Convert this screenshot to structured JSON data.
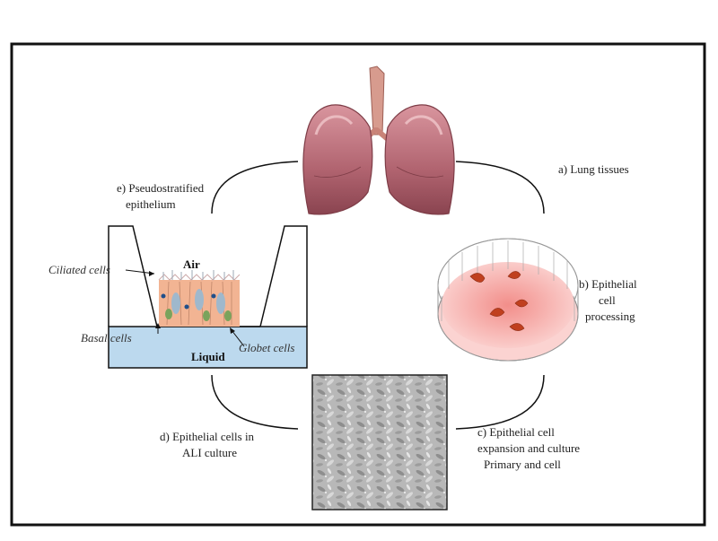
{
  "steps": {
    "a": {
      "line1": "a) Lung tissues"
    },
    "b": {
      "line1": "b) Epithelial",
      "line2": "cell",
      "line3": "processing"
    },
    "c": {
      "line1": "c) Epithelial  cell",
      "line2": "expansion and culture",
      "line3": "Primary and cell"
    },
    "d": {
      "line1": "d) Epithelial  cells in",
      "line2": "ALI culture"
    },
    "e": {
      "line1": "e) Pseudostratified",
      "line2": "epithelium"
    }
  },
  "insert": {
    "air": "Air",
    "liquid": "Liquid",
    "ciliated": "Ciliated cells",
    "basal": "Basal cells",
    "globet": "Globet cells"
  },
  "colors": {
    "frame": "#111111",
    "lung": "#b0636f",
    "lung_light": "#e2a8ae",
    "trachea": "#d79b8e",
    "dish_fill": "#f6b8b5",
    "dish_center": "#f28e8a",
    "tissue": "#c0401f",
    "liquid": "#bcd9ee",
    "culture_bg": "#b8b8b8"
  },
  "icons": {
    "lungs": "lungs-icon",
    "dish": "petri-dish-icon",
    "micrograph": "cell-culture-micrograph",
    "insert": "transwell-insert-icon"
  }
}
